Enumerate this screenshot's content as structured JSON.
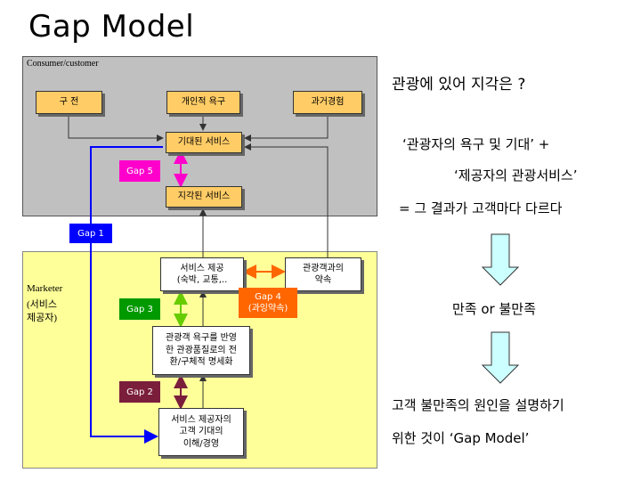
{
  "title": "Gap Model",
  "consumer": {
    "label": "Consumer/customer",
    "word_of_mouth": "구 전",
    "personal_needs": "개인적 욕구",
    "past_experience": "과거경험",
    "expected_service": "기대된 서비스",
    "perceived_service": "지각된 서비스"
  },
  "marketer": {
    "label_line1": "Marketer",
    "label_line2": "(서비스",
    "label_line3": "제공자)",
    "service_delivery_line1": "서비스 제공",
    "service_delivery_line2": "(숙박, 교통,..",
    "external_comm_line1": "관광객과의",
    "external_comm_line2": "약속",
    "spec_line1": "관광객 욕구를 반영",
    "spec_line2": "한 관광품질로의 전",
    "spec_line3": "환/구체적 명세화",
    "mgmt_perception_line1": "서비스 제공자의",
    "mgmt_perception_line2": "고객 기대의",
    "mgmt_perception_line3": "이해/경영"
  },
  "gaps": {
    "gap1": "Gap 1",
    "gap2": "Gap 2",
    "gap3": "Gap 3",
    "gap4_line1": "Gap 4",
    "gap4_line2": "(과잉약속)",
    "gap5": "Gap 5"
  },
  "right_panel": {
    "question": "관광에 있어 지각은 ?",
    "line1": "‘관광자의 욕구 및 기대’ +",
    "line2": "‘제공자의 관광서비스’",
    "line3": "= 그 결과가 고객마다 다르다",
    "result": "만족 or 불만족",
    "conclusion_line1": "고객 불만족의 원인을 설명하기",
    "conclusion_line2": "위한 것이 ‘Gap Model’"
  },
  "colors": {
    "consumer_panel": "#c0c0c0",
    "marketer_panel": "#ffff99",
    "orange_box": "#ffcc66",
    "gap1": "#0000ff",
    "gap2": "#7b1e3c",
    "gap3": "#009900",
    "gap4": "#ff6600",
    "gap5": "#ff00cc",
    "down_arrow": "#ccffff"
  }
}
